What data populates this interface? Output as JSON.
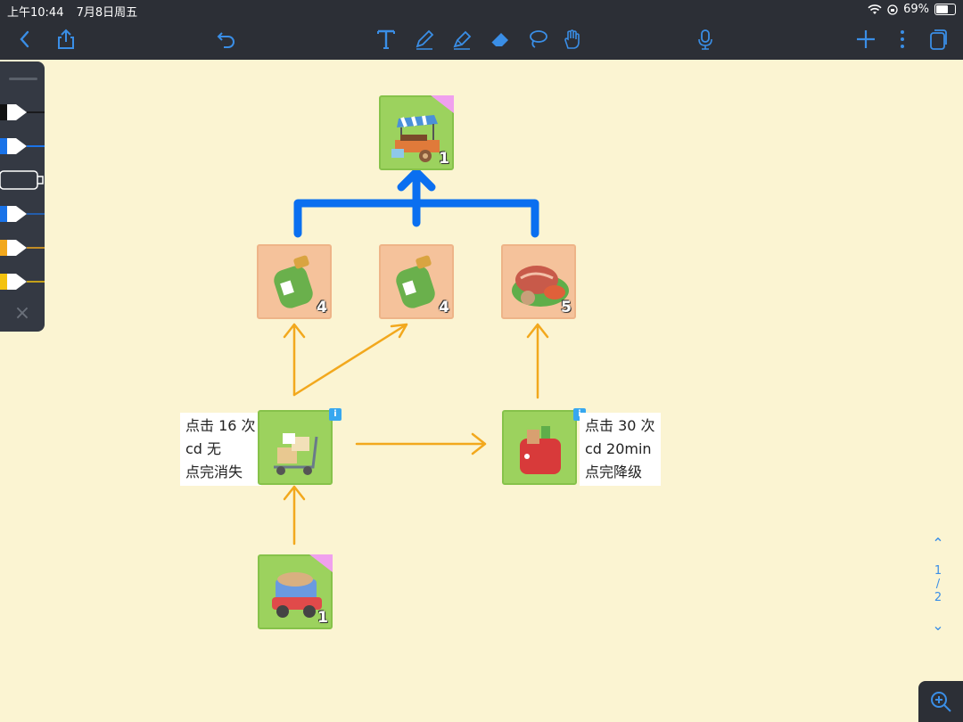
{
  "status": {
    "time": "上午10:44",
    "date": "7月8日周五",
    "battery": "69%"
  },
  "colors": {
    "bar": "#2c2f36",
    "canvas": "#fbf4d2",
    "accent_blue": "#0a6ff0",
    "arrow_orange": "#f2a81d"
  },
  "toolbar": {
    "icons": [
      "back-icon",
      "share-icon",
      "undo-icon",
      "text-tool-icon",
      "pen-icon",
      "highlighter-icon",
      "eraser-icon",
      "lasso-icon",
      "hand-icon",
      "microphone-icon",
      "add-icon",
      "more-icon",
      "pages-icon"
    ]
  },
  "penbox": {
    "pens": [
      "black",
      "blue",
      "white",
      "blue",
      "orange",
      "yellow"
    ],
    "close": "×"
  },
  "diagram": {
    "top_item": {
      "count": "1",
      "icon": "food-cart"
    },
    "mid_items": [
      {
        "count": "4",
        "icon": "gas-canister"
      },
      {
        "count": "4",
        "icon": "gas-canister"
      },
      {
        "count": "5",
        "icon": "meat-platter"
      }
    ],
    "left_producer": {
      "icon": "hand-truck",
      "info": "i",
      "note_lines": [
        "点击 16 次",
        "cd 无",
        "点完消失"
      ]
    },
    "right_producer": {
      "icon": "toaster",
      "info": "i",
      "note_lines": [
        "点击 30 次",
        "cd 20min",
        "点完降级"
      ]
    },
    "bottom_item": {
      "count": "1",
      "icon": "delivery-truck"
    }
  },
  "pager": {
    "current": "1",
    "sep": "/",
    "total": "2"
  }
}
